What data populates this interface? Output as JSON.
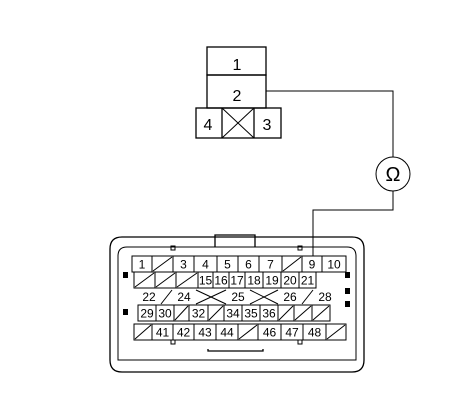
{
  "small_connector": {
    "pins": [
      "1",
      "2",
      "3",
      "4"
    ]
  },
  "meter": {
    "symbol": "Ω",
    "icon": "ohm-meter-icon"
  },
  "large_connector": {
    "rows": [
      [
        "1",
        "",
        "3",
        "4",
        "5",
        "6",
        "7",
        "",
        "9",
        "10"
      ],
      [
        "",
        "",
        "",
        "15",
        "16",
        "17",
        "18",
        "19",
        "20",
        "21"
      ],
      [
        "22",
        "24",
        "25",
        "26",
        "28"
      ],
      [
        "29",
        "30",
        "",
        "32",
        "",
        "34",
        "35",
        "36",
        "",
        "",
        ""
      ],
      [
        "",
        "41",
        "42",
        "43",
        "44",
        "",
        "46",
        "47",
        "48",
        ""
      ]
    ],
    "probe_pin": "9"
  }
}
